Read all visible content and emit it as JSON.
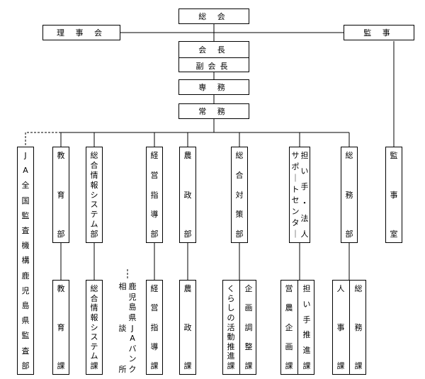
{
  "top": {
    "general_meeting": "総 会",
    "board": "理 事 会",
    "auditor": "監 事",
    "president": "会 長",
    "vice_president": "副会長",
    "senmu": "専 務",
    "jomu": "常 務"
  },
  "departments": [
    {
      "id": "audit-org",
      "text": "JA全国監査機構鹿児島県監査部"
    },
    {
      "id": "education-dept",
      "text": "教育部"
    },
    {
      "id": "info-system-dept",
      "text": "総合情報システム部"
    },
    {
      "id": "management-dept",
      "text": "経営指導部"
    },
    {
      "id": "agri-policy-dept",
      "text": "農政部"
    },
    {
      "id": "general-measures-dept",
      "text": "総合対策部"
    },
    {
      "id": "support-center",
      "col1": "担い手・法人",
      "col2": "サポートセンター"
    },
    {
      "id": "general-affairs-dept",
      "text": "総務部"
    },
    {
      "id": "audit-office",
      "text": "監事室"
    }
  ],
  "sections": {
    "education": "教育課",
    "info_system": "総合情報システム課",
    "jabank_col1": "鹿児島県JAバンク",
    "jabank_col2": "相談所",
    "management": "経営指導課",
    "agri_policy": "農政課",
    "planning_adjust": "企画調整課",
    "living_promotion": "くらしの活動推進課",
    "ninaite_promotion": "担い手推進課",
    "agri_planning": "営農企画課",
    "general_affairs": "総務課",
    "personnel": "人事課"
  },
  "colors": {
    "line": "#000000",
    "box_border": "#000000",
    "background": "#ffffff"
  }
}
